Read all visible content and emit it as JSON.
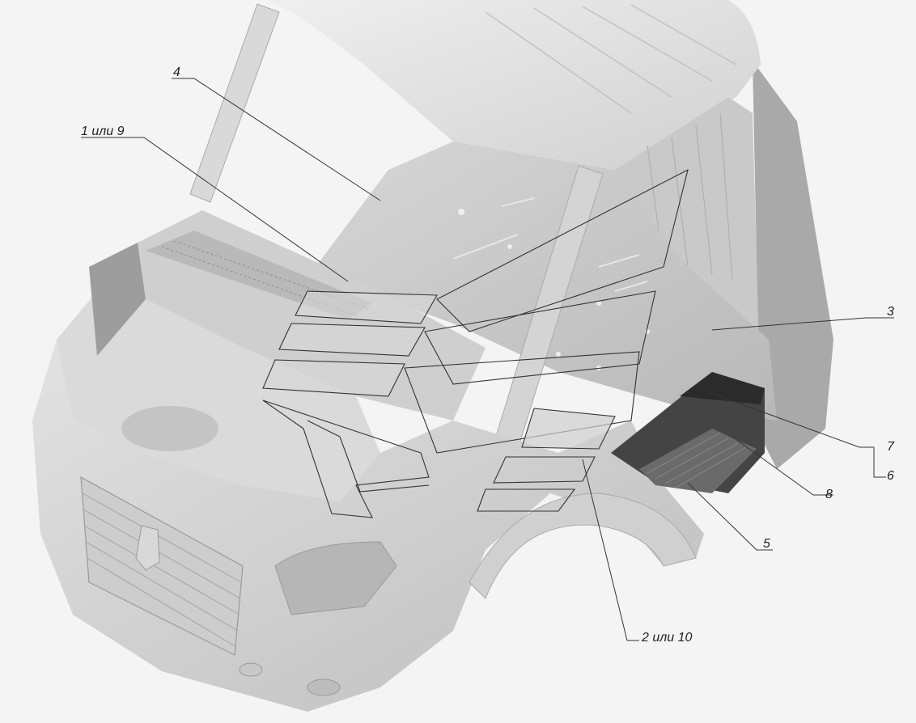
{
  "callouts": [
    {
      "id": "c4",
      "label": "4"
    },
    {
      "id": "c1",
      "label": "1 или 9"
    },
    {
      "id": "c3",
      "label": "3"
    },
    {
      "id": "c7",
      "label": "7"
    },
    {
      "id": "c6",
      "label": "6"
    },
    {
      "id": "c8",
      "label": "8"
    },
    {
      "id": "c5",
      "label": "5"
    },
    {
      "id": "c2",
      "label": "2 или 10"
    }
  ]
}
